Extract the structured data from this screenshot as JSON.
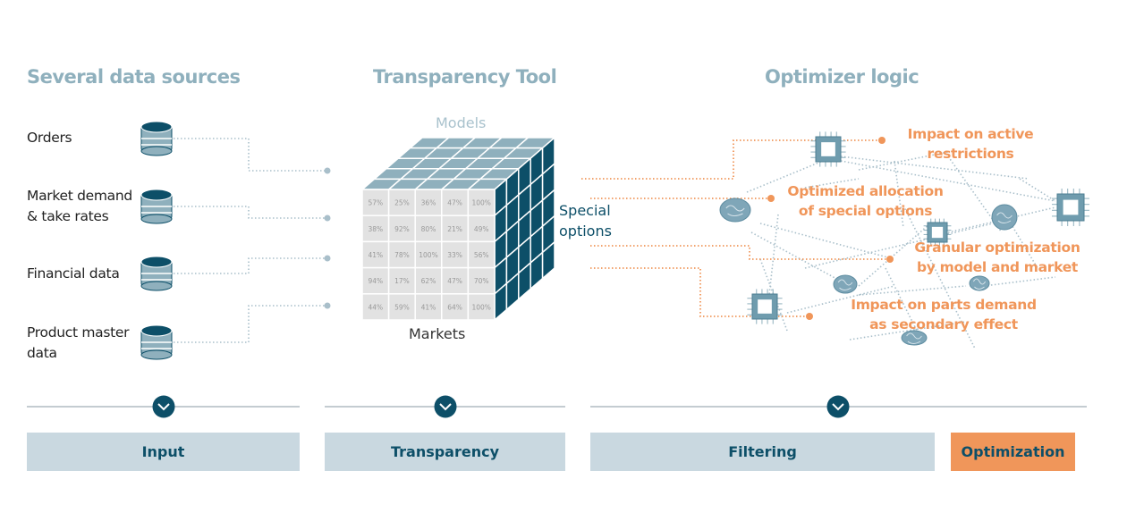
{
  "columns": {
    "sources_title": "Several data sources",
    "transparency_title": "Transparency Tool",
    "optimizer_title": "Optimizer logic"
  },
  "sources": [
    {
      "label": "Orders",
      "icon": "database-icon"
    },
    {
      "label": "Market demand & take rates",
      "icon": "database-icon"
    },
    {
      "label": "Financial data",
      "icon": "database-icon"
    },
    {
      "label": "Product master data",
      "icon": "database-icon"
    }
  ],
  "cube": {
    "top_label": "Models",
    "bottom_label": "Markets",
    "side_label": "Special options",
    "values": [
      [
        "57%",
        "25%",
        "36%",
        "47%",
        "100%"
      ],
      [
        "38%",
        "92%",
        "80%",
        "21%",
        "49%"
      ],
      [
        "41%",
        "78%",
        "100%",
        "33%",
        "56%"
      ],
      [
        "94%",
        "17%",
        "62%",
        "47%",
        "70%"
      ],
      [
        "44%",
        "59%",
        "41%",
        "64%",
        "100%"
      ]
    ]
  },
  "optimizer": {
    "impacts": [
      "Impact on active restrictions",
      "Optimized allocation of special options",
      "Granular optimization by model and market",
      "Impact on parts demand as secondary effect"
    ]
  },
  "stages": [
    {
      "label": "Input",
      "highlight": false
    },
    {
      "label": "Transparency",
      "highlight": false
    },
    {
      "label": "Filtering",
      "highlight": false
    },
    {
      "label": "Optimization",
      "highlight": true
    }
  ],
  "colors": {
    "title": "#8fb0bd",
    "dark_teal": "#0d4f68",
    "light_blue": "#c9d8e0",
    "orange": "#f0965a",
    "cell_grey": "#e2e2e2"
  }
}
